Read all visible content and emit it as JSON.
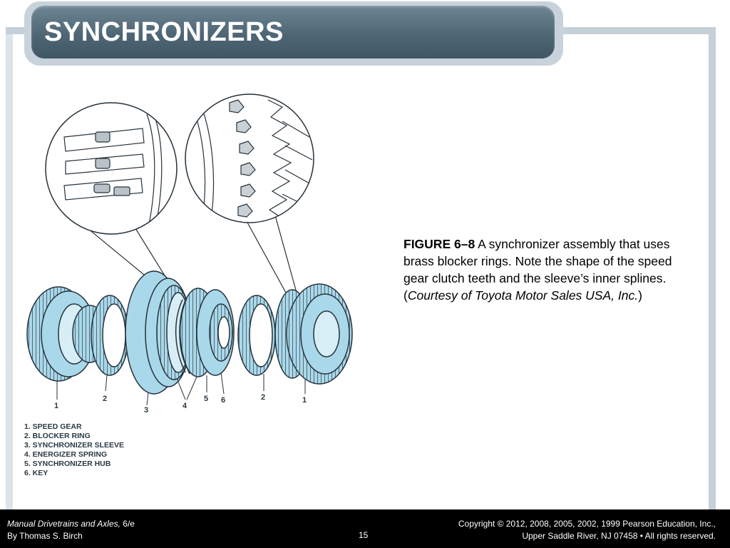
{
  "slide": {
    "title": "SYNCHRONIZERS"
  },
  "figure": {
    "part_numbers": [
      "1",
      "2",
      "3",
      "4",
      "5",
      "6",
      "2",
      "1"
    ],
    "legend": [
      "1. SPEED GEAR",
      "2. BLOCKER RING",
      "3. SYNCHRONIZER SLEEVE",
      "4. ENERGIZER SPRING",
      "5. SYNCHRONIZER HUB",
      "6. KEY"
    ]
  },
  "caption": {
    "label": "FIGURE 6–8",
    "text": " A synchronizer assembly that uses brass blocker rings. Note the shape of the speed gear clutch teeth and the sleeve’s inner splines. (",
    "credit": "Courtesy of Toyota Motor Sales USA, Inc.",
    "close": ")"
  },
  "footer": {
    "book_title": "Manual Drivetrains and Axles,",
    "edition": " 6/e",
    "author": "By Thomas S. Birch",
    "page_number": "15",
    "copyright_line1": "Copyright © 2012, 2008, 2005, 2002, 1999 Pearson Education, Inc.,",
    "copyright_line2": "Upper Saddle River, NJ 07458 • All rights reserved."
  },
  "colors": {
    "part_fill": "#a9d8ea",
    "outline": "#26323a",
    "title_bar": "#4f6675"
  }
}
